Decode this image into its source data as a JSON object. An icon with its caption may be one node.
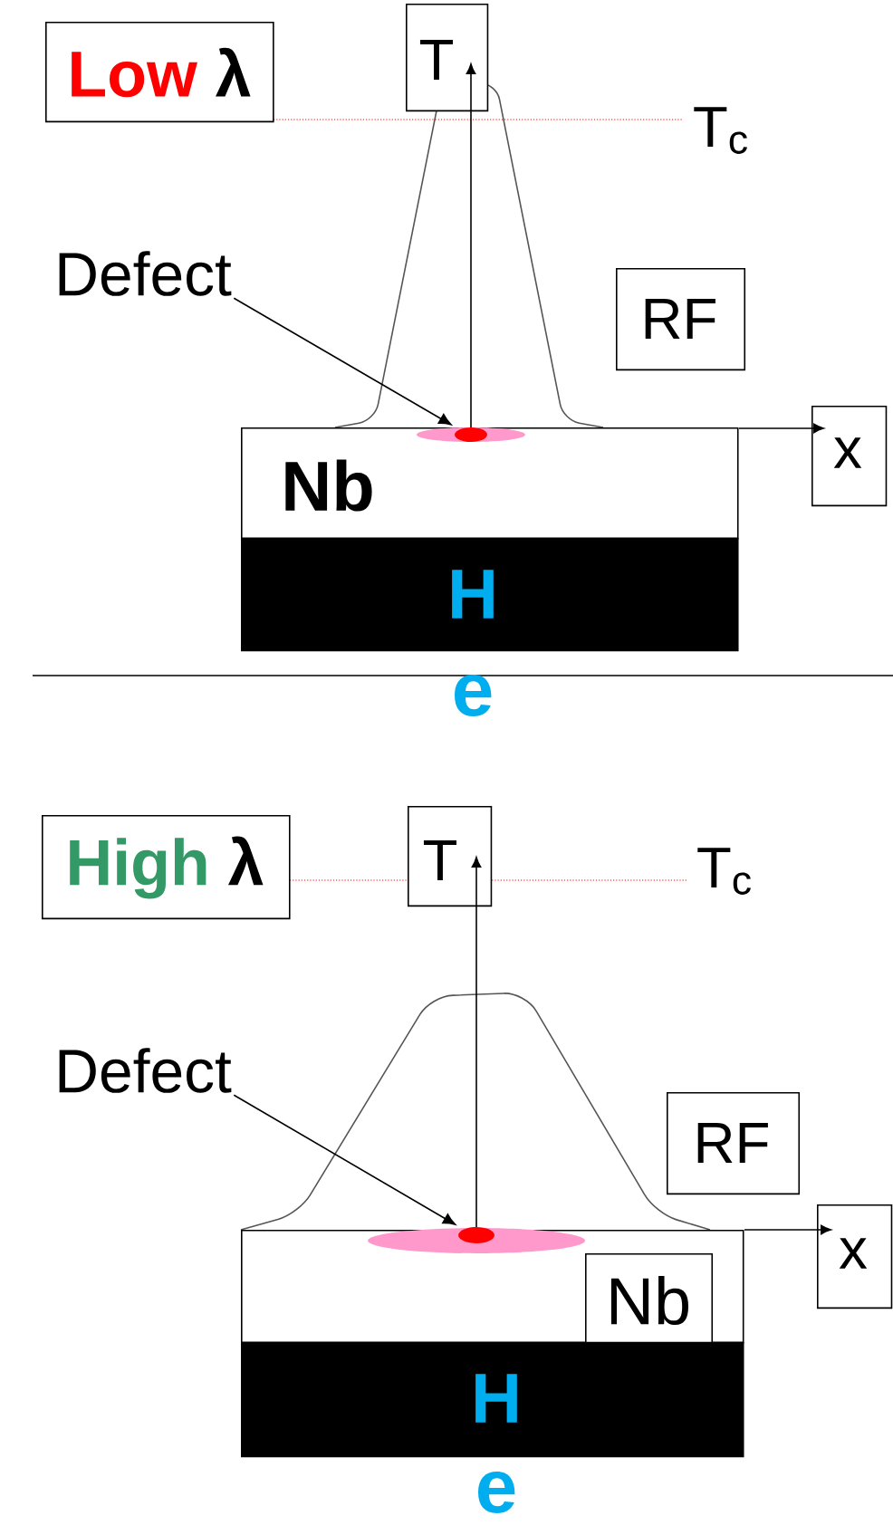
{
  "diagram": {
    "nodes": [
      {
        "text": [
          "Low",
          "λ"
        ]
      },
      {
        "text": [
          "T"
        ]
      },
      {
        "text": [
          "Defect"
        ]
      },
      {
        "text": [
          "RF"
        ]
      },
      {
        "text": [
          "x"
        ]
      },
      {
        "text": [
          "Nb"
        ]
      },
      {
        "text": [],
        "shape": "circle",
        "in": 5
      },
      {
        "text": [
          "H"
        ]
      },
      {
        "text": [
          "High",
          "λ"
        ]
      },
      {
        "text": [
          "T"
        ]
      },
      {
        "text": [
          "Defect"
        ]
      },
      {
        "text": [
          "RF"
        ]
      },
      {
        "text": [
          "x"
        ]
      },
      {
        "text": [],
        "shape": "box"
      },
      {
        "text": [],
        "shape": "circle",
        "in": 13
      },
      {
        "text": [
          "Nb"
        ],
        "in": 13
      },
      {
        "text": [
          "H"
        ]
      }
    ],
    "edges": [
      {
        "from": 2,
        "to": 6,
        "arrow": "to"
      },
      {
        "from": 10,
        "to": 14,
        "arrow": "to"
      }
    ],
    "labels": [
      "T$_{c}$",
      "e",
      "T$_{c}$",
      "e"
    ]
  }
}
